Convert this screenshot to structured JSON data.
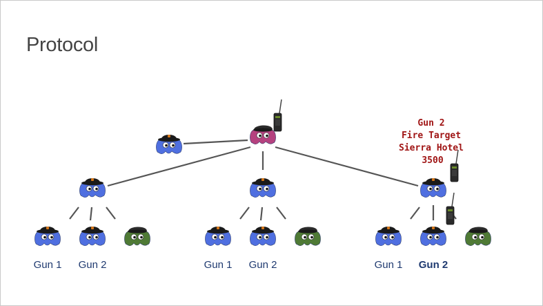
{
  "slide": {
    "title": "Protocol"
  },
  "radio_message": {
    "lines": [
      "Gun 2",
      "Fire Target",
      "Sierra Hotel",
      "3500"
    ],
    "color": "#a01515"
  },
  "groups": [
    {
      "leader_icon": "blue-cap-blob-icon",
      "members": [
        {
          "label": "Gun 1",
          "color": "#4f6fe0",
          "highlighted": false
        },
        {
          "label": "Gun 2",
          "color": "#4f6fe0",
          "highlighted": false
        },
        {
          "label": "",
          "color": "#4f7a35",
          "highlighted": false
        }
      ]
    },
    {
      "leader_icon": "blue-cap-blob-icon",
      "members": [
        {
          "label": "Gun 1",
          "color": "#4f6fe0",
          "highlighted": false
        },
        {
          "label": "Gun 2",
          "color": "#4f6fe0",
          "highlighted": false
        },
        {
          "label": "",
          "color": "#4f7a35",
          "highlighted": false
        }
      ]
    },
    {
      "leader_icon": "blue-cap-blob-icon",
      "members": [
        {
          "label": "Gun 1",
          "color": "#4f6fe0",
          "highlighted": false
        },
        {
          "label": "Gun 2",
          "color": "#4f6fe0",
          "highlighted": true
        },
        {
          "label": "",
          "color": "#4f7a35",
          "highlighted": false
        }
      ]
    }
  ],
  "commander": {
    "color": "#b5427f",
    "icon": "walkie-talkie-icon"
  },
  "aide": {
    "color": "#4f6fe0"
  },
  "colors": {
    "blue": "#4f6fe0",
    "magenta": "#b5427f",
    "green": "#4f7a35",
    "line": "#555555",
    "title": "#444444",
    "label": "#1f3a70"
  }
}
